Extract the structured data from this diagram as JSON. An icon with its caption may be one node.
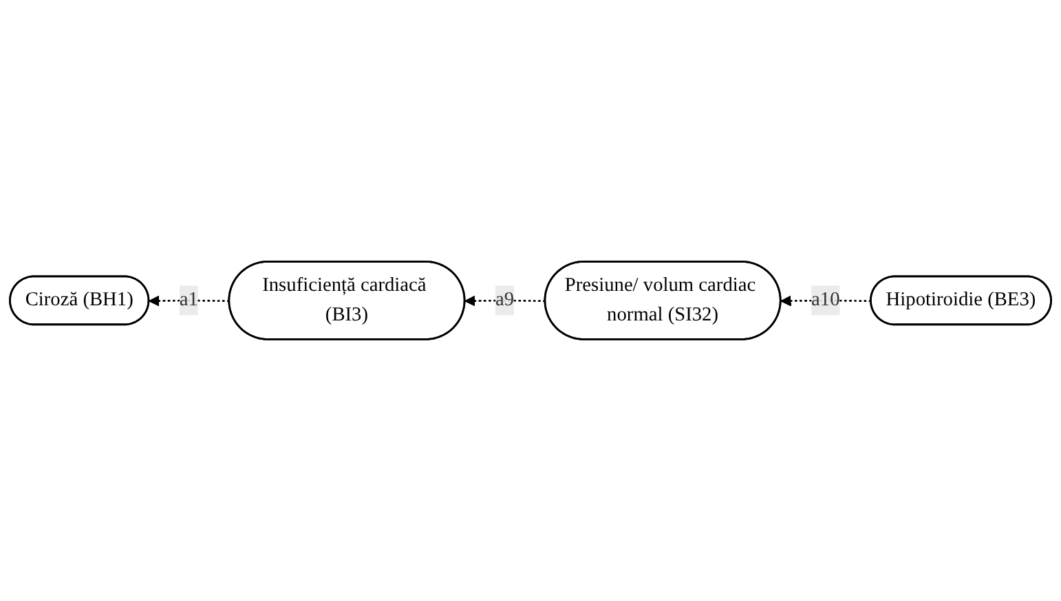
{
  "diagram": {
    "nodes": [
      {
        "text": [
          "Ciroză (BH1)"
        ]
      },
      {
        "text": [
          "Insuficiență cardiacă (BI3)"
        ]
      },
      {
        "text": [
          "Presiune/ volum cardiac normal (SI32)"
        ]
      },
      {
        "text": [
          "Hipotiroidie (BE3)"
        ]
      }
    ],
    "edges": [
      {
        "from": 1,
        "to": 0,
        "arrow": "to",
        "label": "a1",
        "style": "dashed"
      },
      {
        "from": 2,
        "to": 1,
        "arrow": "to",
        "label": "a9",
        "style": "dashed"
      },
      {
        "from": 3,
        "to": 2,
        "arrow": "to",
        "label": "a10",
        "style": "dashed"
      }
    ]
  }
}
